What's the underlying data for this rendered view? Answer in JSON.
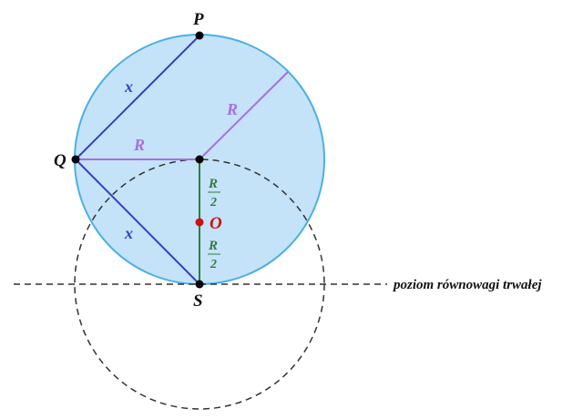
{
  "points": {
    "P": "P",
    "Q": "Q",
    "S": "S",
    "O": "O"
  },
  "segments": {
    "x_upper": "x",
    "x_lower": "x",
    "R_horizontal": "R",
    "R_diagonal": "R"
  },
  "fractions": {
    "upper": {
      "numerator": "R",
      "denominator": "2"
    },
    "lower": {
      "numerator": "R",
      "denominator": "2"
    }
  },
  "equilibrium_line_label": "poziom równowagi trwałej",
  "colors": {
    "disk_fill": "#c4e3f9",
    "disk_stroke": "#4bb0e4",
    "chord": "#3a3fc4",
    "radius": "#a86ee0",
    "vertical": "#2e7d3e",
    "center_O": "#cc1111",
    "dashed": "#333333"
  }
}
